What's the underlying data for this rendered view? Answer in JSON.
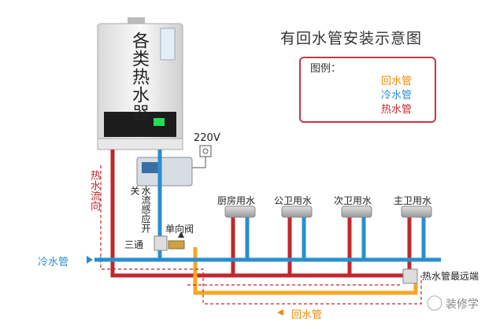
{
  "diagram": {
    "title": "有回水管安装示意图",
    "legend": {
      "heading": "图例：",
      "items": [
        {
          "label": "回水管",
          "color": "#f5a623"
        },
        {
          "label": "冷水管",
          "color": "#2a8ed0"
        },
        {
          "label": "热水管",
          "color": "#c1272d"
        }
      ]
    },
    "heater": {
      "label": "各类热水器"
    },
    "power": {
      "label": "220V"
    },
    "labels": {
      "hot_water_return": "热水流向",
      "flow_switch": "水流感应开关",
      "check_valve": "单向阀",
      "tee": "三通",
      "cold_water_pipe": "冷水管",
      "return_pipe": "回水管",
      "farthest_end": "热水管最远端"
    },
    "outlets": [
      {
        "label": "厨房用水"
      },
      {
        "label": "公卫用水"
      },
      {
        "label": "次卫用水"
      },
      {
        "label": "主卫用水"
      }
    ],
    "watermark": "装修学",
    "colors": {
      "hot": "#c1272d",
      "cold": "#2a8ed0",
      "return": "#f5a623",
      "outline": "#c0394b"
    }
  }
}
